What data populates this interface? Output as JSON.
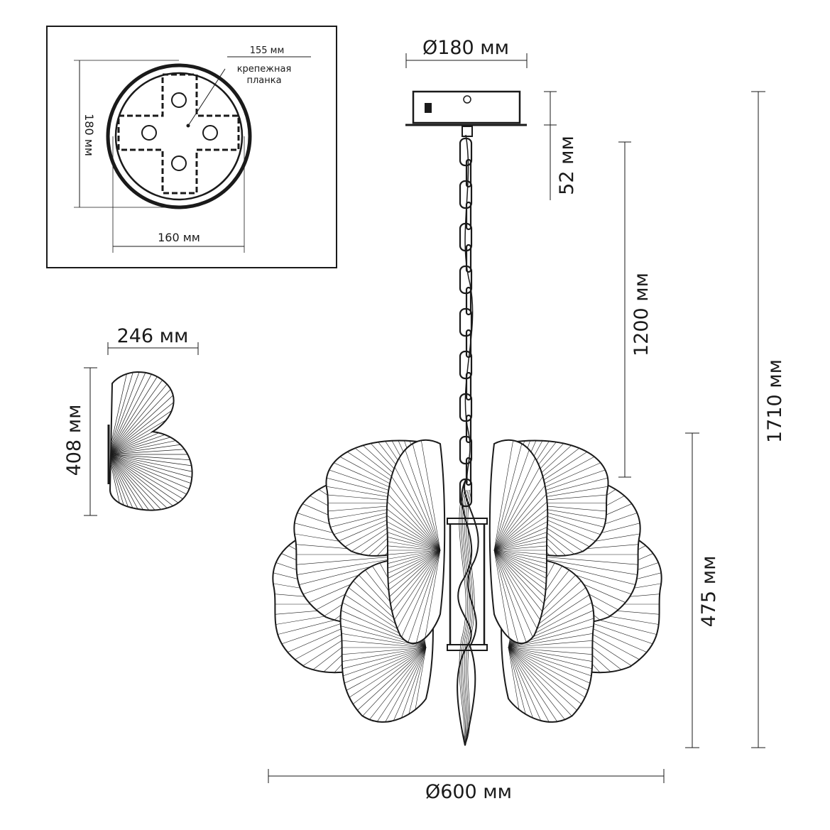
{
  "mount_plate": {
    "width_label": "160 мм",
    "height_label": "180 мм",
    "bar_label": "155 мм",
    "bracket_label_line1": "крепежная",
    "bracket_label_line2": "планка"
  },
  "shade": {
    "width_label": "246 мм",
    "height_label": "408 мм"
  },
  "lamp": {
    "canopy_diameter_label": "Ø180 мм",
    "canopy_height_label": "52 мм",
    "chain_length_label": "1200 мм",
    "total_height_label": "1710 мм",
    "body_height_label": "475 мм",
    "body_diameter_label": "Ø600 мм"
  }
}
